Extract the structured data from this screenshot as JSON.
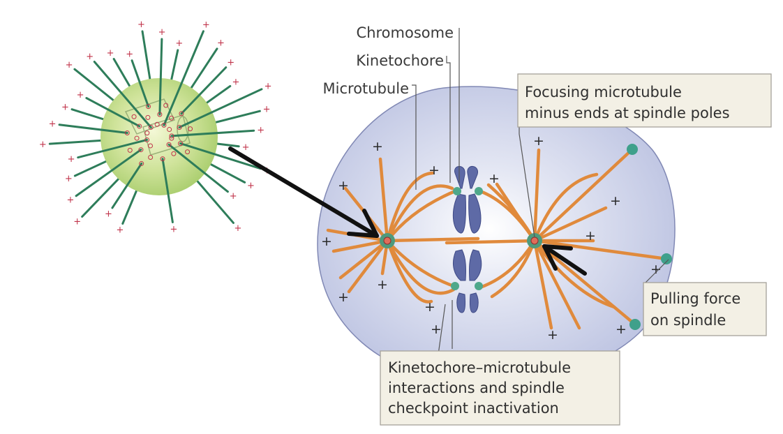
{
  "labels": {
    "chromosome": "Chromosome",
    "kinetochore": "Kinetochore",
    "microtubule": "Microtubule"
  },
  "callouts": {
    "focusing": [
      "Focusing microtubule",
      "minus ends at spindle poles"
    ],
    "pulling": [
      "Pulling force",
      "on spindle"
    ],
    "kinetochore_mt": [
      "Kinetochore–microtubule",
      "interactions and spindle",
      "checkpoint inactivation"
    ]
  },
  "symbols": {
    "plus": "+"
  },
  "colors": {
    "cell_fill": "#c5cbe6",
    "cell_edge": "#7f86b0",
    "microtubule": "#e08a3c",
    "pole_ring": "#4f9a7c",
    "chromosome": "#5e6aa6",
    "kinetochore": "#4fa88b",
    "centrosome_fill": "#b8d67e",
    "centrosome_rod": "#2e7d5a",
    "plus_end": "#c0334a",
    "arrow": "#111111"
  }
}
